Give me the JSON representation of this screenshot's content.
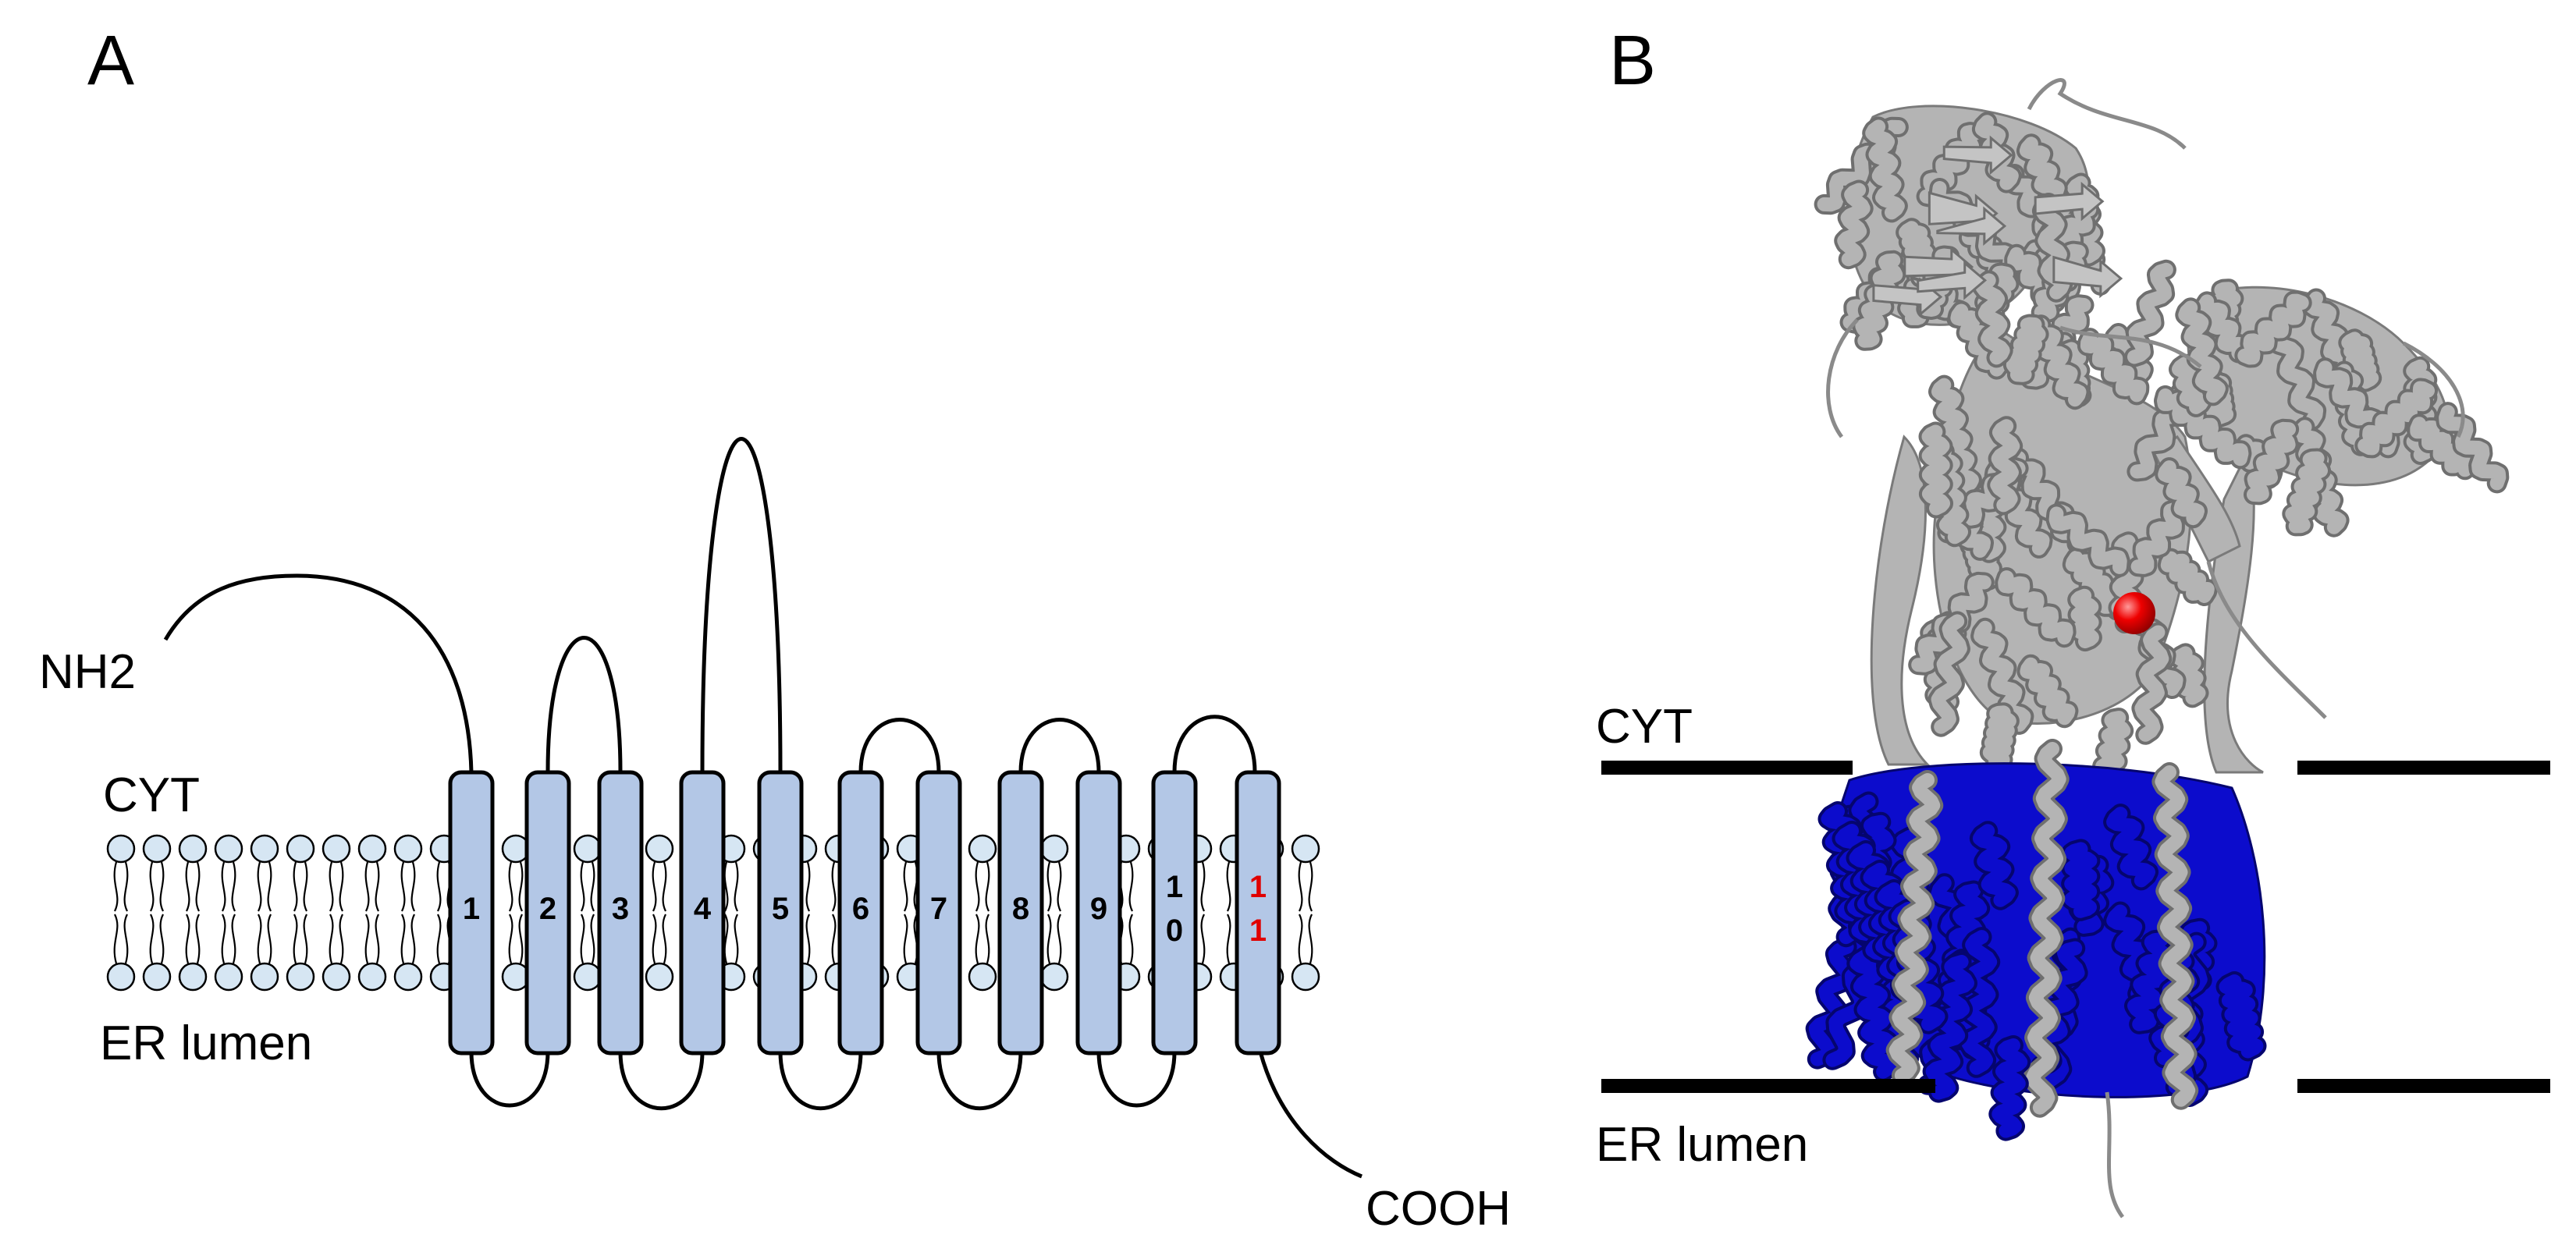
{
  "panel_a": {
    "letter": "A",
    "label_nh2": "NH2",
    "label_cyt": "CYT",
    "label_lumen": "ER lumen",
    "label_cooh": "COOH",
    "helices": [
      {
        "lines": [
          "1"
        ],
        "highlight": false
      },
      {
        "lines": [
          "2"
        ],
        "highlight": false
      },
      {
        "lines": [
          "3"
        ],
        "highlight": false
      },
      {
        "lines": [
          "4"
        ],
        "highlight": false
      },
      {
        "lines": [
          "5"
        ],
        "highlight": false
      },
      {
        "lines": [
          "6"
        ],
        "highlight": false
      },
      {
        "lines": [
          "7"
        ],
        "highlight": false
      },
      {
        "lines": [
          "8"
        ],
        "highlight": false
      },
      {
        "lines": [
          "9"
        ],
        "highlight": false
      },
      {
        "lines": [
          "1",
          "0"
        ],
        "highlight": false
      },
      {
        "lines": [
          "1",
          "1"
        ],
        "highlight": true
      }
    ]
  },
  "panel_b": {
    "letter": "B",
    "label_cyt": "CYT",
    "label_lumen": "ER lumen"
  },
  "colors": {
    "helix_fill": "#b3c7e6",
    "lipid_head": "#d6e6f3",
    "highlight_text": "#e00000",
    "cytosolic_domain": "#b4b4b4",
    "membrane_domain": "#0c0ccc",
    "ion_sphere": "#e60000"
  },
  "icons": [
    "protein-cartoon-structure",
    "metal-ion-sphere",
    "lipid-bilayer"
  ]
}
